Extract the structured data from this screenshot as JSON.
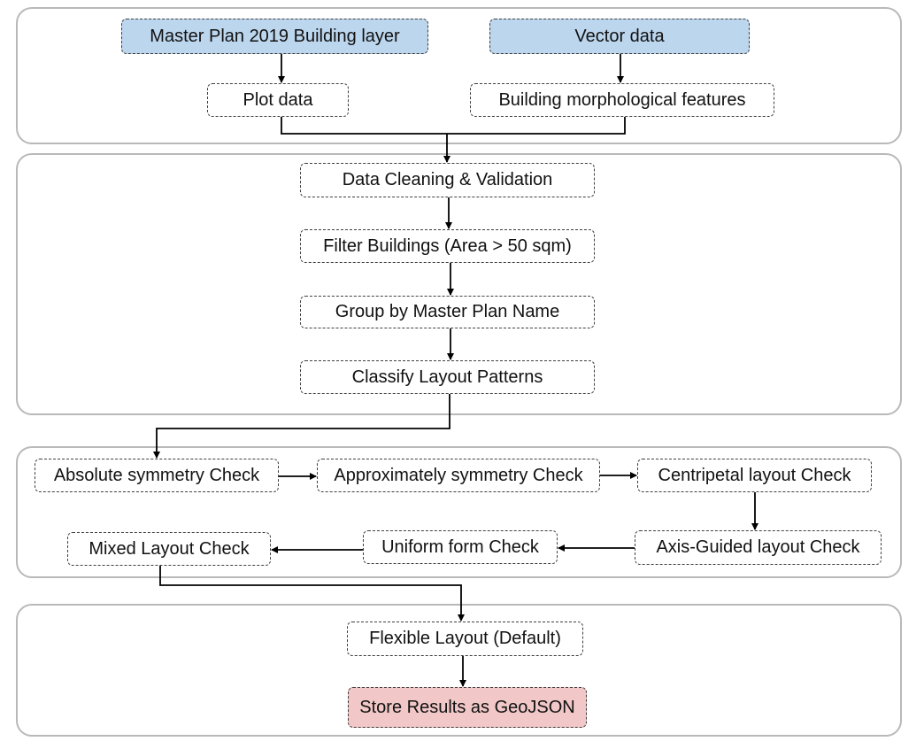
{
  "colors": {
    "source_fill": "#bcd6ee",
    "output_fill": "#f1c7c7",
    "panel_border": "#b9b9b9",
    "box_border": "#3f3f3f",
    "arrow": "#000000"
  },
  "stage1": {
    "master_plan_layer": "Master Plan 2019 Building layer",
    "vector_data": "Vector data",
    "plot_data": "Plot data",
    "morphological_features": "Building morphological features"
  },
  "stage2": {
    "cleaning": "Data Cleaning & Validation",
    "filter": "Filter Buildings (Area > 50 sqm)",
    "group": "Group by Master Plan Name",
    "classify": "Classify Layout Patterns"
  },
  "stage3": {
    "absolute": "Absolute symmetry Check",
    "approximately": "Approximately symmetry Check",
    "centripetal": "Centripetal layout Check",
    "axis_guided": "Axis-Guided layout Check",
    "uniform": "Uniform form Check",
    "mixed": "Mixed Layout Check"
  },
  "stage4": {
    "flexible": "Flexible Layout (Default)",
    "store": "Store Results as GeoJSON"
  }
}
